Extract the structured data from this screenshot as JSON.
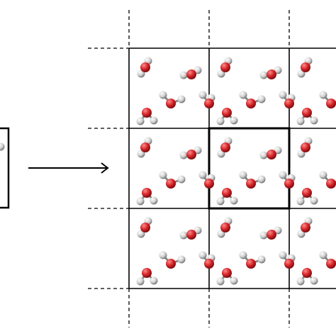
{
  "diagram": {
    "description_visible_text": "",
    "cell": {
      "label": "",
      "molecules": [
        {
          "name": "water-molecule-1"
        },
        {
          "name": "water-molecule-2"
        },
        {
          "name": "water-molecule-3"
        },
        {
          "name": "water-molecule-4"
        },
        {
          "name": "water-molecule-5"
        }
      ]
    },
    "grid": {
      "rows": 3,
      "cols": 3,
      "central_cell": [
        1,
        1
      ]
    },
    "colors": {
      "oxygen": "#d6262b",
      "hydrogen": "#d9d9d9",
      "line": "#000000",
      "background": "#ffffff"
    },
    "icons": {
      "arrow": "right-arrow-icon"
    }
  }
}
